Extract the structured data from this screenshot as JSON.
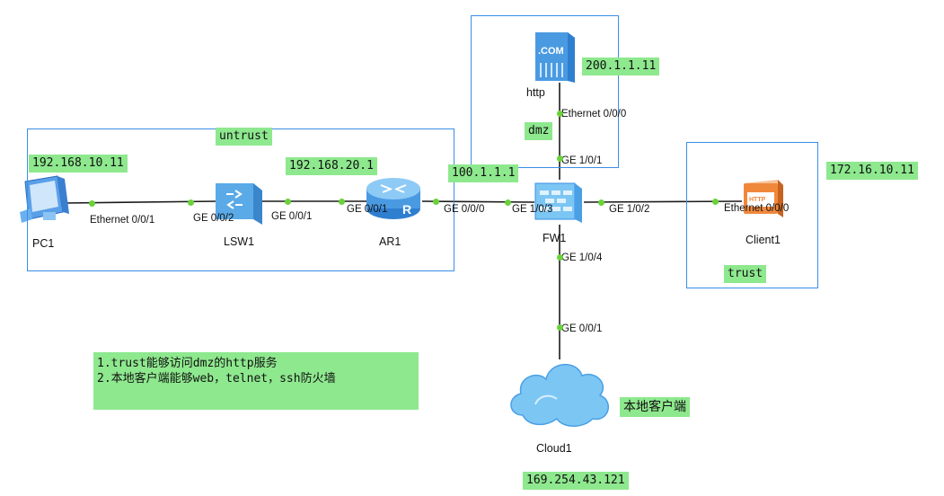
{
  "zones": {
    "untrust": "untrust",
    "dmz": "dmz",
    "trust": "trust"
  },
  "ip_labels": {
    "pc1": "192.168.10.11",
    "ar1": "192.168.20.1",
    "fw_untrust": "100.1.1.1",
    "http": "200.1.1.11",
    "client1": "172.16.10.11",
    "cloud1": "169.254.43.121"
  },
  "devices": {
    "pc1": "PC1",
    "lsw1": "LSW1",
    "ar1": "AR1",
    "fw1": "FW1",
    "http": "http",
    "client1": "Client1",
    "cloud1": "Cloud1",
    "http_logo": ".COM",
    "client_logo": "HTTP"
  },
  "ports": {
    "pc1_eth": "Ethernet 0/0/1",
    "lsw_ge002": "GE 0/0/2",
    "lsw_ge001": "GE 0/0/1",
    "ar_ge001": "GE 0/0/1",
    "ar_ge000": "GE 0/0/0",
    "fw_ge103": "GE 1/0/3",
    "fw_ge102": "GE 1/0/2",
    "client_eth": "Ethernet 0/0/0",
    "http_eth": "Ethernet 0/0/0",
    "fw_ge101": "GE 1/0/1",
    "fw_ge104": "GE 1/0/4",
    "cloud_ge001": "GE 0/0/1"
  },
  "notes": {
    "line1": "1.trust能够访问dmz的http服务",
    "line2": "2.本地客户端能够web，telnet，ssh防火墙"
  },
  "cloud_caption": "本地客户端",
  "colors": {
    "label_bg": "#8ee88e",
    "zone_border": "#3a8ee6",
    "port_dot": "#6ad23a",
    "link": "#1a1a1a"
  }
}
